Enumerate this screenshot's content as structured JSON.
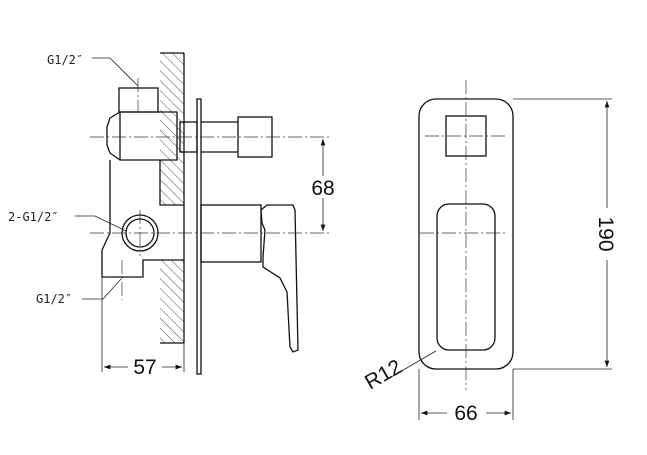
{
  "side_view": {
    "label_top_inlet": "G1/2″",
    "label_outlets": "2-G1/2″",
    "label_bottom_inlet": "G1/2″",
    "dim_depth": "57",
    "dim_center_distance": "68"
  },
  "front_view": {
    "dim_height": "190",
    "dim_width": "66",
    "dim_radius": "R12"
  }
}
